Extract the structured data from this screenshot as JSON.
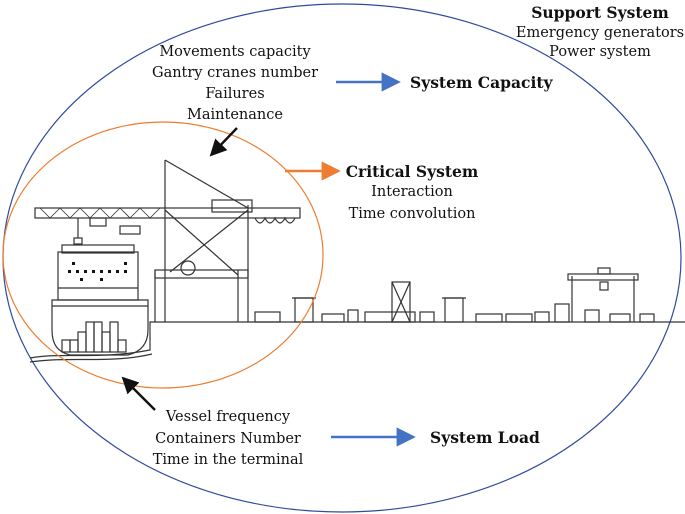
{
  "support_system": {
    "title": "Support System",
    "items": [
      "Emergency generators",
      "Power system"
    ]
  },
  "capacity_factors": [
    "Movements capacity",
    "Gantry cranes number",
    "Failures",
    "Maintenance"
  ],
  "system_capacity": {
    "label": "System Capacity",
    "arrow_color": "#4472c4"
  },
  "critical_system": {
    "title": "Critical System",
    "items": [
      "Interaction",
      "Time convolution"
    ],
    "arrow_color": "#ed7d31"
  },
  "load_factors": [
    "Vessel frequency",
    "Containers Number",
    "Time in the terminal"
  ],
  "system_load": {
    "label": "System Load",
    "arrow_color": "#4472c4"
  },
  "colors": {
    "outer_ellipse": "#2f4a9c",
    "inner_ellipse": "#ed7d31",
    "line_art": "#333333"
  }
}
